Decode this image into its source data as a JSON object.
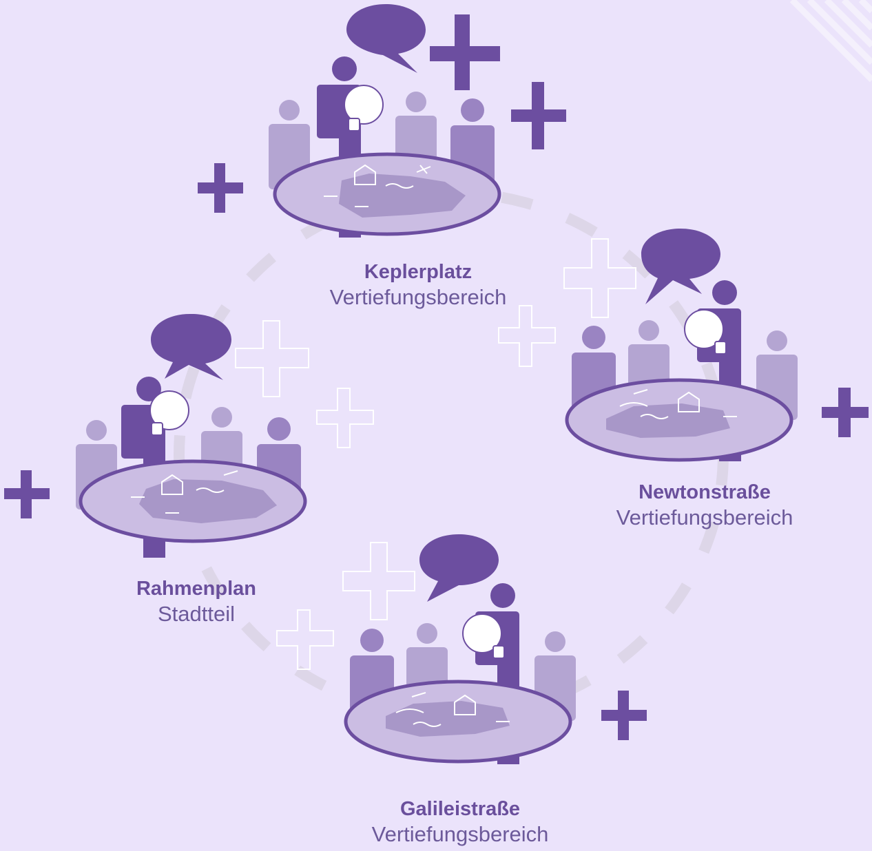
{
  "colors": {
    "background": "#ebe3fb",
    "primary": "#6c4ea0",
    "person_mid": "#a996c9",
    "person_light": "#b4a5d2",
    "table": "#cbbde3",
    "map_area": "#a897c8",
    "dash": "#ddd6e8"
  },
  "groups": [
    {
      "id": "keplerplatz",
      "title": "Keplerplatz",
      "subtitle": "Vertiefungsbereich"
    },
    {
      "id": "newtonstrasse",
      "title": "Newtonstraße",
      "subtitle": "Vertiefungsbereich"
    },
    {
      "id": "rahmenplan",
      "title": "Rahmenplan",
      "subtitle": "Stadtteil"
    },
    {
      "id": "galileistrasse",
      "title": "Galileistraße",
      "subtitle": "Vertiefungsbereich"
    }
  ]
}
